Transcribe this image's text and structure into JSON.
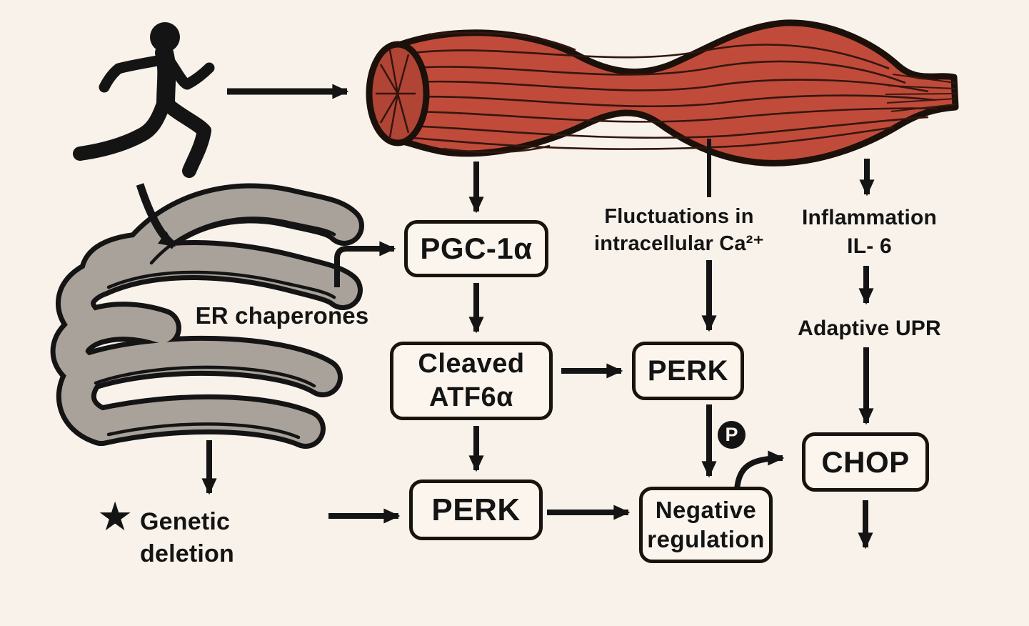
{
  "palette": {
    "background": "#f8f2ea",
    "ink": "#141414",
    "box_fill": "#fbf5ee",
    "muscle_fill": "#c04b3a",
    "muscle_cap_fill": "#b04435",
    "er_fill": "#a9a29a"
  },
  "boxes": {
    "pgc1a": {
      "label": "PGC-1α"
    },
    "cleaved_atf6a": {
      "lines": [
        "Cleaved",
        "ATF6α"
      ]
    },
    "perk_upper": {
      "label": "PERK"
    },
    "perk_lower": {
      "label": "PERK"
    },
    "negative_regulation": {
      "lines": [
        "Negative",
        "regulation"
      ]
    },
    "chop": {
      "label": "CHOP"
    }
  },
  "annotations": {
    "er_chaperones": "ER chaperones",
    "fluctuations": {
      "lines": [
        "Fluctuations in",
        "intracellular Ca²⁺"
      ]
    },
    "inflammation": {
      "lines": [
        "Inflammation",
        "IL- 6"
      ]
    },
    "adaptive_upr": "Adaptive UPR",
    "genetic_deletion": "Genetic deletion"
  },
  "badges": {
    "phospho": "P",
    "star": "★"
  },
  "icons": {
    "runner": "running-person-icon",
    "muscle": "skeletal-muscle-icon",
    "er": "endoplasmic-reticulum-icon"
  }
}
